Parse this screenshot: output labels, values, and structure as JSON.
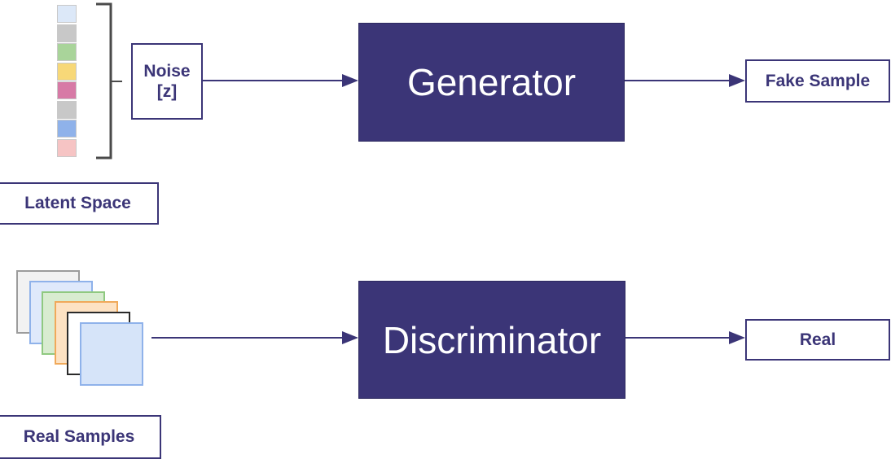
{
  "latent_vector": {
    "colors": [
      "#dce8f8",
      "#c8c8c8",
      "#a9d49a",
      "#f7d878",
      "#d77aa6",
      "#c8c8c8",
      "#8fb2ea",
      "#f6c4c4"
    ]
  },
  "noise_label": {
    "line1": "Noise",
    "line2": "[z]"
  },
  "latent_space_label": "Latent Space",
  "generator_label": "Generator",
  "fake_sample_label": "Fake Sample",
  "real_samples": {
    "label": "Real Samples",
    "colors": [
      "#f2f2f2",
      "#dfe9fb",
      "#d8ecd0",
      "#fde2c3",
      "#ffffff",
      "#d6e4f9"
    ],
    "borders": [
      "#9c9c9c",
      "#8fb2ea",
      "#8fc980",
      "#f0a95a",
      "#2a2a2a",
      "#8fb2ea"
    ]
  },
  "discriminator_label": "Discriminator",
  "real_label": "Real",
  "colors": {
    "primary": "#3b3577",
    "text_on_primary": "#ffffff"
  }
}
